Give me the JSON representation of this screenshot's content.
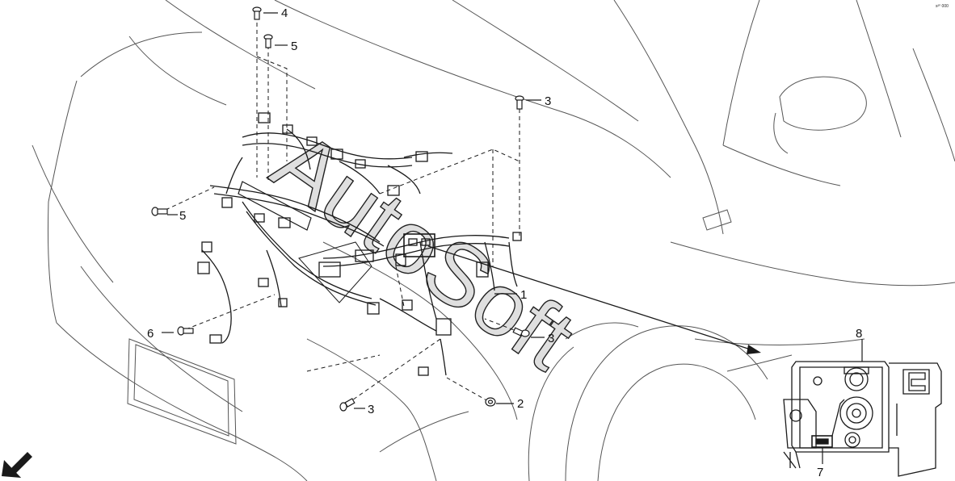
{
  "diagram": {
    "figure_code": "s²⁰ 000",
    "watermark": "AutoSoft",
    "line_color": "#1a1a1a",
    "watermark_fill": "#d9d9d9",
    "callouts": [
      {
        "id": "c4a",
        "label": "4",
        "icon": "bolt-icon"
      },
      {
        "id": "c5a",
        "label": "5",
        "icon": "bolt-icon"
      },
      {
        "id": "c3a",
        "label": "3",
        "icon": "bolt-icon"
      },
      {
        "id": "c5b",
        "label": "5",
        "icon": "bolt-icon"
      },
      {
        "id": "c1",
        "label": "1",
        "icon": "harness-icon"
      },
      {
        "id": "c6",
        "label": "6",
        "icon": "bolt-icon"
      },
      {
        "id": "c3b",
        "label": "3",
        "icon": "bolt-icon"
      },
      {
        "id": "c3c",
        "label": "3",
        "icon": "bolt-icon"
      },
      {
        "id": "c2",
        "label": "2",
        "icon": "nut-icon"
      },
      {
        "id": "c8",
        "label": "8",
        "icon": "cover-icon"
      },
      {
        "id": "c7",
        "label": "7",
        "icon": "clip-icon"
      }
    ],
    "direction_icon": "front-arrow-icon"
  }
}
